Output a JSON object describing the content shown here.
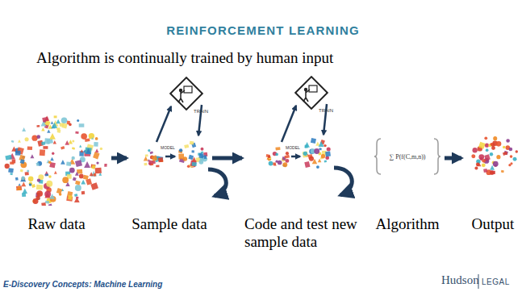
{
  "diagram": {
    "title": "REINFORCEMENT LEARNING",
    "nodes": [
      {
        "text": [
          "Raw data"
        ]
      },
      {
        "text": [
          "Sample data"
        ]
      },
      {
        "text": [
          "Code and test new sample data"
        ]
      },
      {
        "text": [
          "Algorithm"
        ]
      },
      {
        "text": [
          "Output"
        ]
      }
    ],
    "edges": [
      {
        "from": 0,
        "to": 1,
        "arrow": "to"
      },
      {
        "from": 1,
        "to": 2,
        "arrow": "to"
      },
      {
        "from": 3,
        "to": 4,
        "arrow": "to"
      }
    ],
    "labels": [
      "Algorithm is continually trained by human input",
      "TRAIN",
      "MODEL",
      "TRAIN",
      "MODEL",
      "∑ P(f(C,m,n))",
      "E-Discovery Concepts: Machine Learning",
      "Hudson",
      "LEGAL"
    ]
  }
}
